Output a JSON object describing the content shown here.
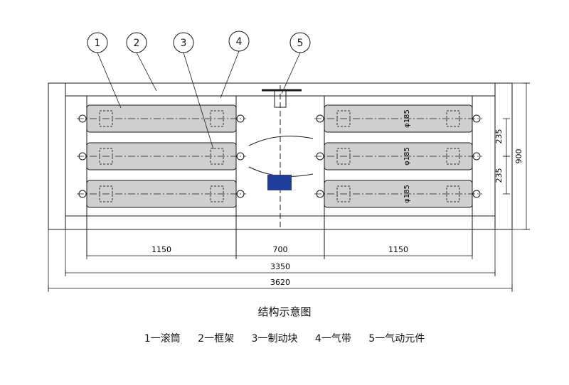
{
  "title": "结构示意图",
  "balloons": [
    "1",
    "2",
    "3",
    "4",
    "5"
  ],
  "dimensions": {
    "left_section": "1150",
    "center_gap": "700",
    "right_section": "1150",
    "inner_width": "3350",
    "overall_width": "3620",
    "height": "900",
    "pitch": "235",
    "roller_diameter": "φ185"
  },
  "legend": [
    "1一滚筒",
    "2一框架",
    "3一制动块",
    "4一气带",
    "5一气动元件"
  ],
  "colors": {
    "line": "#1a1a1a",
    "roller": "#cfcfcf",
    "plate": "#1f3f9a"
  }
}
